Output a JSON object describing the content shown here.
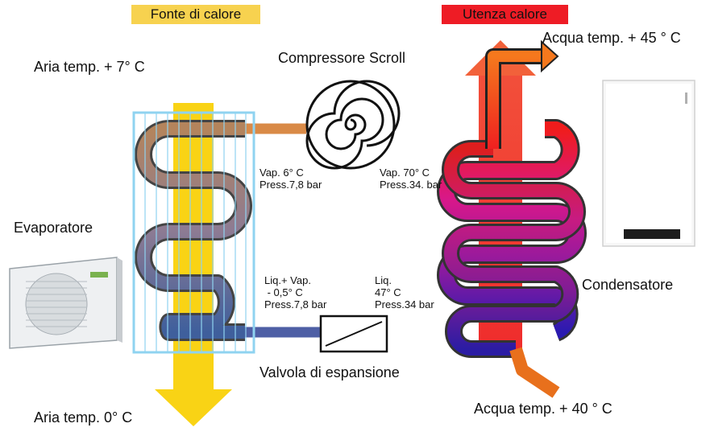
{
  "source_label": "Fonte di calore",
  "sink_label": "Utenza calore",
  "air_in": "Aria temp. + 7° C",
  "air_out": "Aria temp.  0° C",
  "compressor": "Compressore Scroll",
  "evaporator": "Evaporatore",
  "condenser": "Condensatore",
  "valve": "Valvola di espansione",
  "water_out": "Acqua temp. + 45 ° C",
  "water_in": "Acqua temp. + 40 ° C",
  "points": {
    "evap_out": "Vap. 6° C\nPress.7,8 bar",
    "comp_out": "Vap. 70° C\nPress.34. bar",
    "valve_out": "Liq.+ Vap.\n - 0,5° C\nPress.7,8 bar",
    "cond_out": "Liq.\n47° C\nPress.34 bar"
  },
  "colors": {
    "source_banner": "#f7d24f",
    "sink_banner": "#ee1c25",
    "air_arrow": "#f9d315",
    "evaporator_frame": "#8fd3f0"
  }
}
